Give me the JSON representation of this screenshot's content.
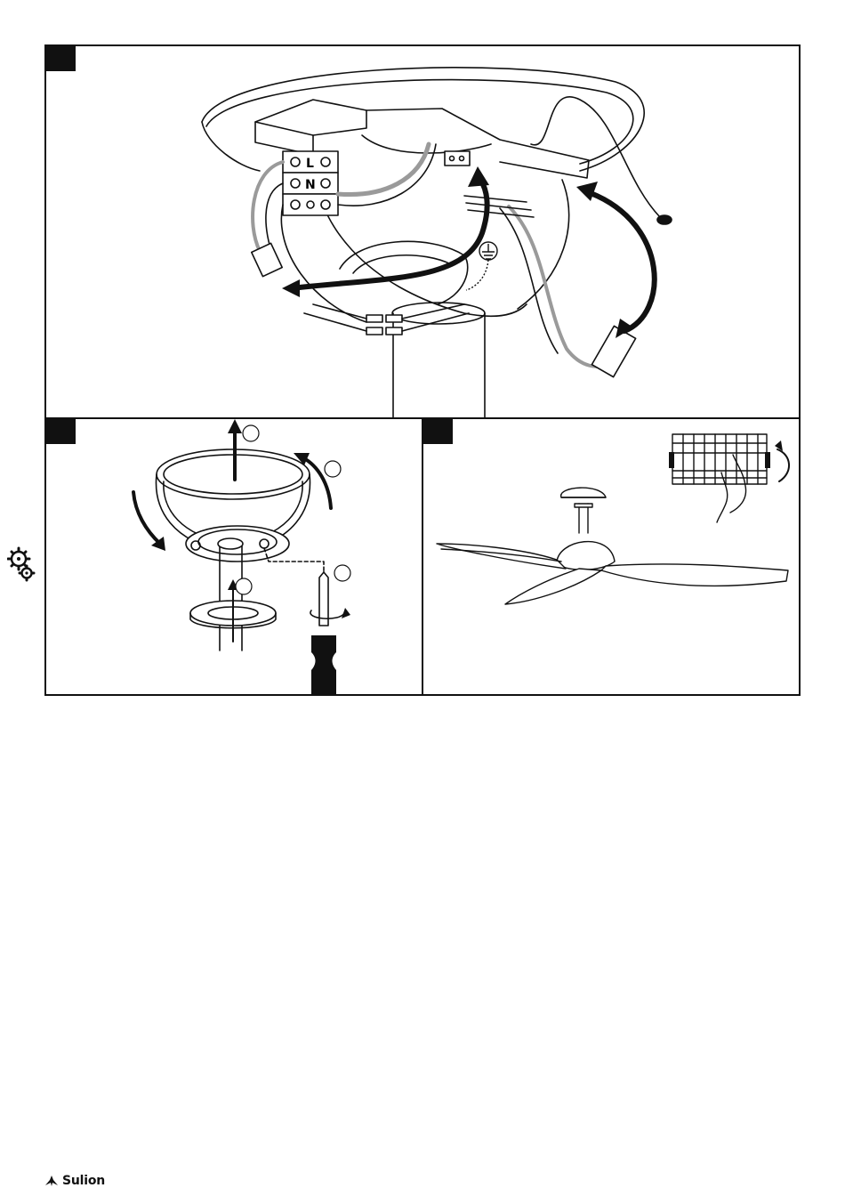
{
  "panels": {
    "top": {
      "step_label": "",
      "terminal_labels": [
        "L",
        "N"
      ],
      "ground_symbol": "earth-ground-icon"
    },
    "left": {
      "step_label": "",
      "callouts": [
        "",
        "",
        "",
        ""
      ]
    },
    "right": {
      "step_label": ""
    }
  },
  "sidebar": {
    "icon": "gears-icon"
  },
  "footer": {
    "brand": "Sulion",
    "brand_icon": "sulion-logo-icon"
  },
  "colors": {
    "line": "#111111",
    "fill": "#ffffff",
    "shade": "#9a9a9a"
  }
}
